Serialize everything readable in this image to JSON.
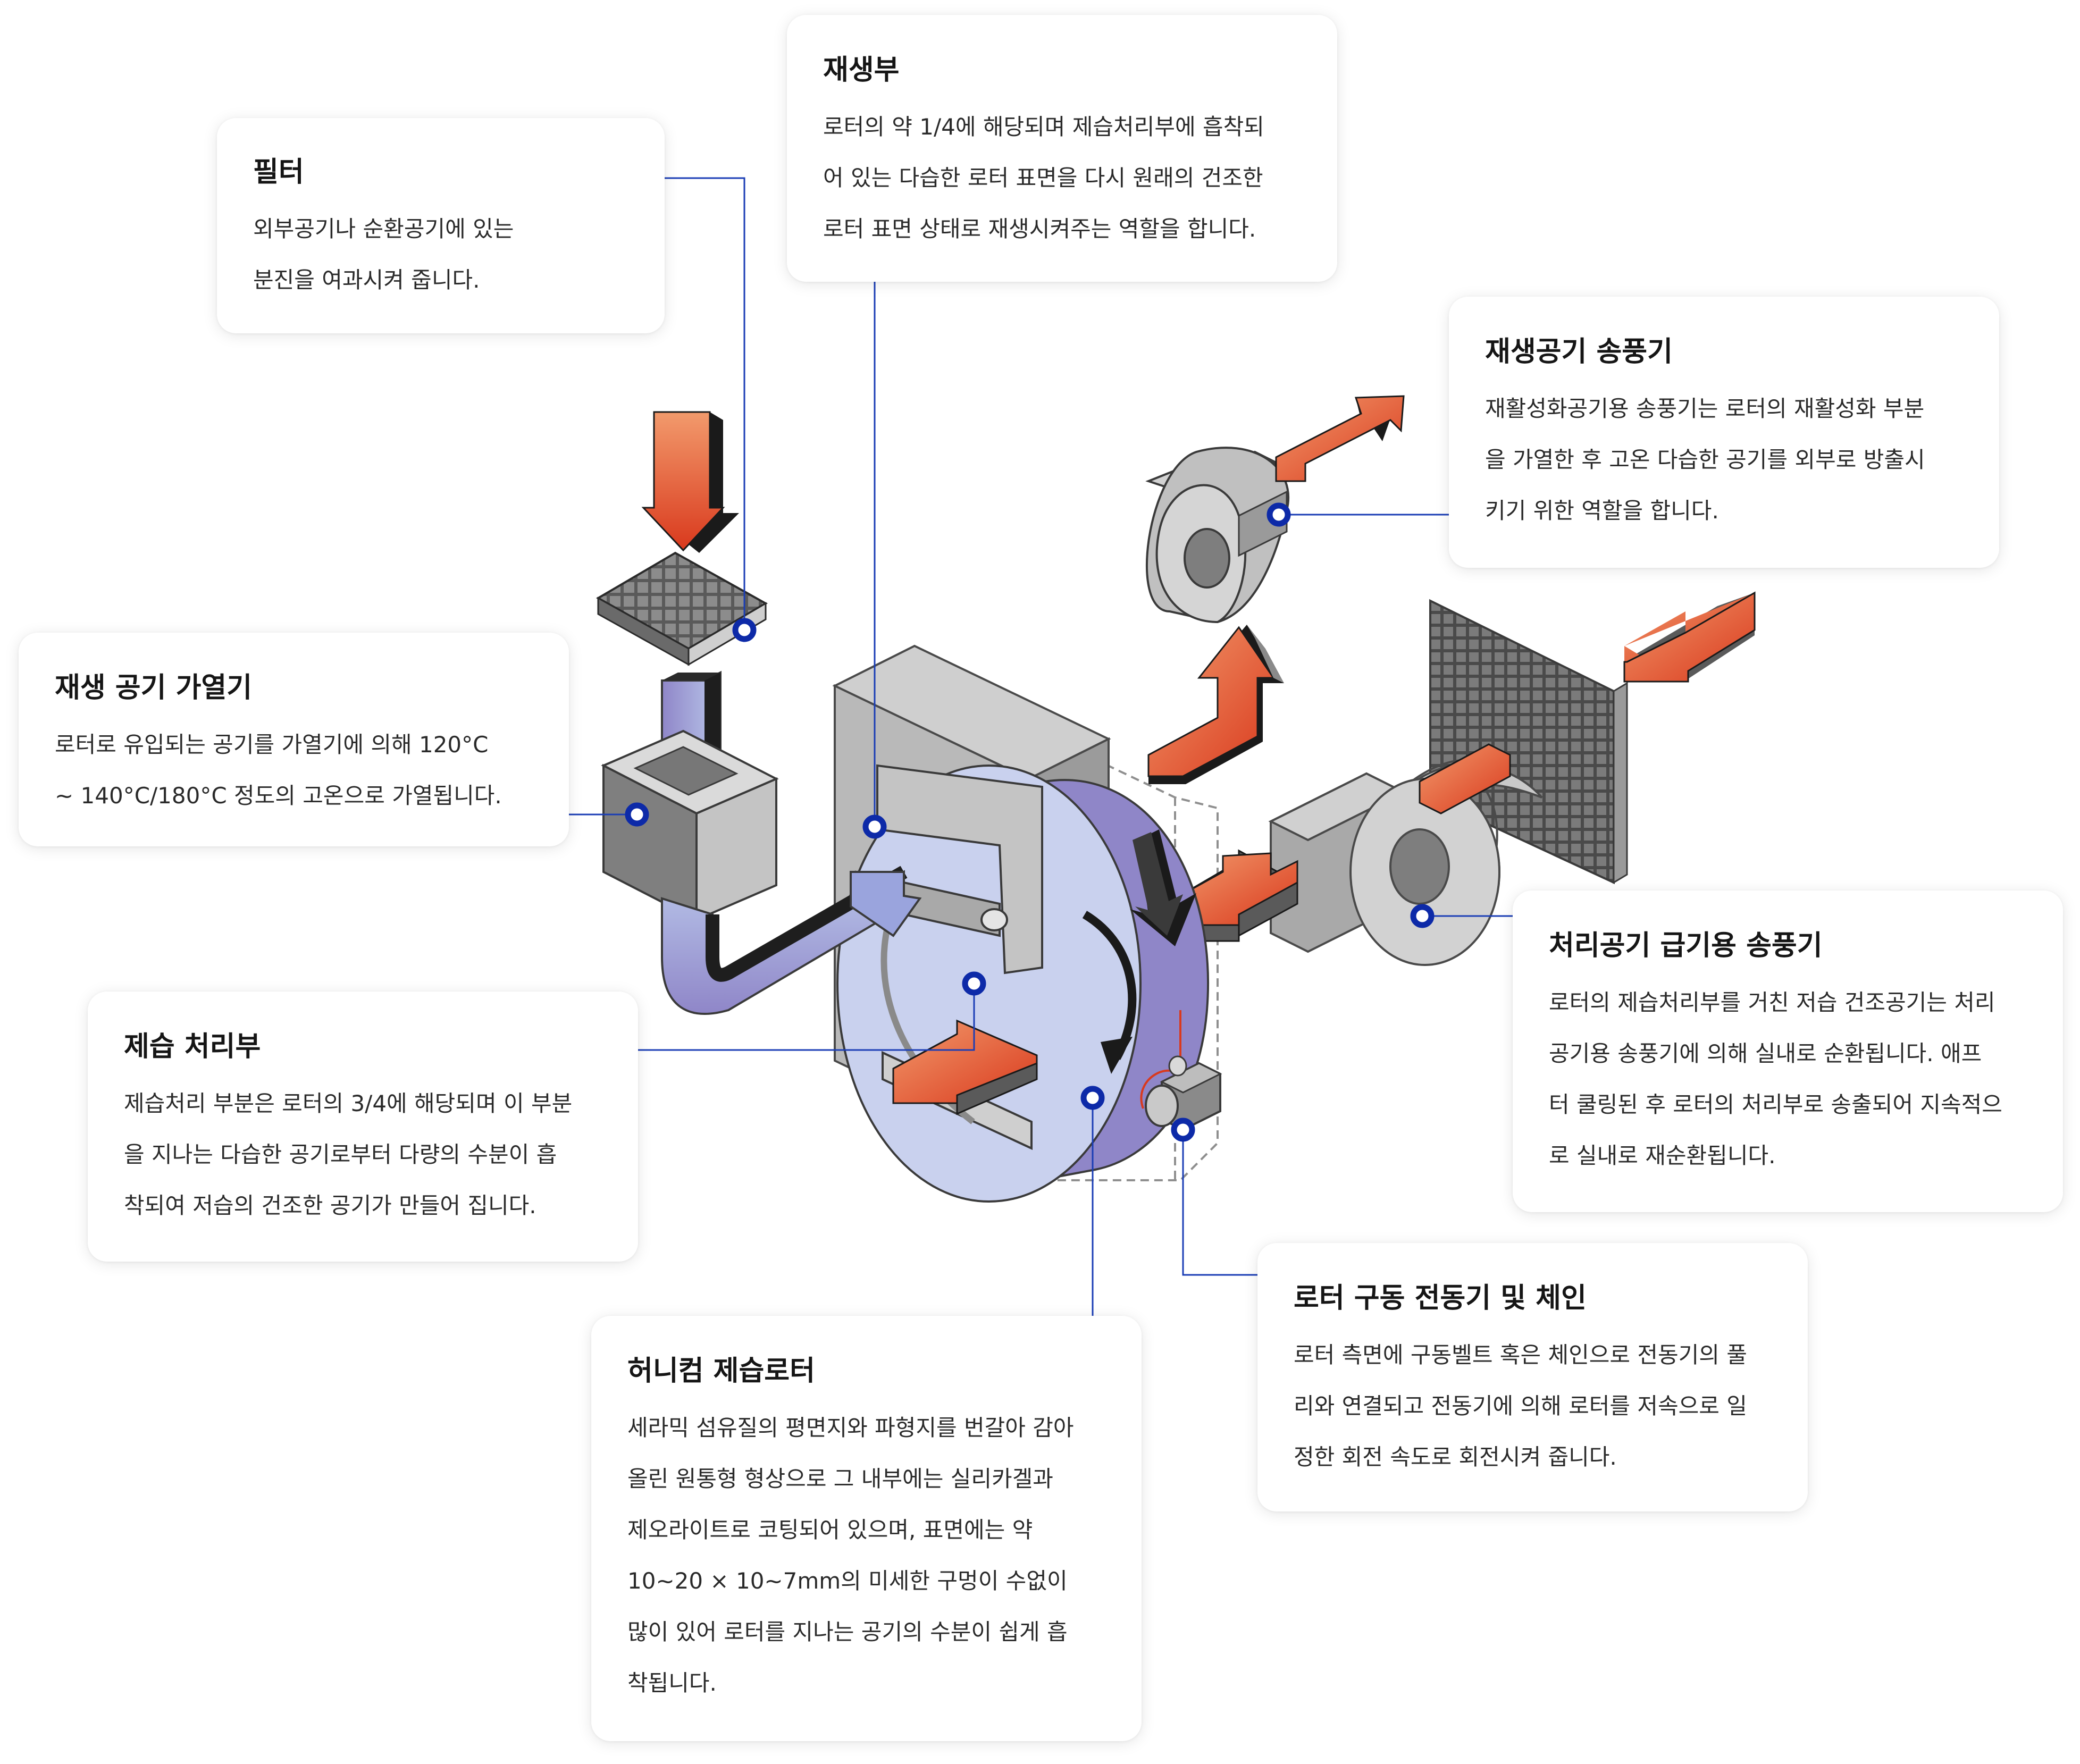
{
  "colors": {
    "connector": "#1a3db5",
    "marker_ring": "#0d2aa8",
    "arrow_light": "#f08a5a",
    "arrow_dark": "#d93a1e",
    "arrow_edge": "#1a1a1a",
    "rotor_face": "#c9d1ee",
    "rotor_side": "#9086c6",
    "casing_light": "#d6d6d6",
    "casing_dark": "#8a8a8a"
  },
  "icons": [
    "connector-marker",
    "airflow-arrow",
    "rotation-arrow"
  ],
  "callouts": {
    "filter": {
      "title": "필터",
      "lines": [
        "외부공기나 순환공기에 있는",
        "분진을 여과시켜 줍니다."
      ]
    },
    "regeneration": {
      "title": "재생부",
      "lines": [
        "로터의 약 1/4에 해당되며 제습처리부에 흡착되",
        "어  있는 다습한 로터 표면을 다시 원래의 건조한",
        "로터 표면 상태로 재생시켜주는 역할을 합니다."
      ]
    },
    "regen_fan": {
      "title": "재생공기 송풍기",
      "lines": [
        "재활성화공기용 송풍기는 로터의 재활성화 부분",
        "을 가열한 후 고온 다습한 공기를 외부로 방출시",
        "키기 위한 역할을 합니다."
      ]
    },
    "regen_heater": {
      "title": "재생 공기 가열기",
      "lines": [
        "로터로 유입되는 공기를 가열기에 의해  120°C",
        "~ 140°C/180°C 정도의  고온으로 가열됩니다."
      ]
    },
    "dehumid_section": {
      "title": "제습 처리부",
      "lines": [
        "제습처리 부분은 로터의 3/4에 해당되며 이 부분",
        "을  지나는 다습한 공기로부터 다량의 수분이 흡",
        "착되여 저습의 건조한 공기가 만들어 집니다."
      ]
    },
    "process_fan": {
      "title": "처리공기 급기용 송풍기",
      "lines": [
        "로터의 제습처리부를 거친 저습 건조공기는 처리",
        "공기용   송풍기에 의해 실내로 순환됩니다. 애프",
        "터 쿨링된 후 로터의 처리부로 송출되어 지속적으",
        "로 실내로 재순환됩니다."
      ]
    },
    "motor_chain": {
      "title": "로터 구동 전동기 및 체인",
      "lines": [
        "로터 측면에 구동벨트 혹은 체인으로 전동기의 풀",
        "리와 연결되고 전동기에 의해 로터를 저속으로 일",
        "정한 회전 속도로 회전시켜 줍니다."
      ]
    },
    "honeycomb_rotor": {
      "title": "허니컴 제습로터",
      "lines": [
        "세라믹 섬유질의 평면지와 파형지를 번갈아 감아",
        "올린 원통형 형상으로 그 내부에는  실리카겔과",
        "제오라이트로 코팅되어 있으며, 표면에는 약",
        "10~20 × 10~7mm의 미세한 구멍이  수없이",
        "많이 있어 로터를 지나는 공기의 수분이 쉽게 흡",
        "착됩니다."
      ]
    }
  }
}
